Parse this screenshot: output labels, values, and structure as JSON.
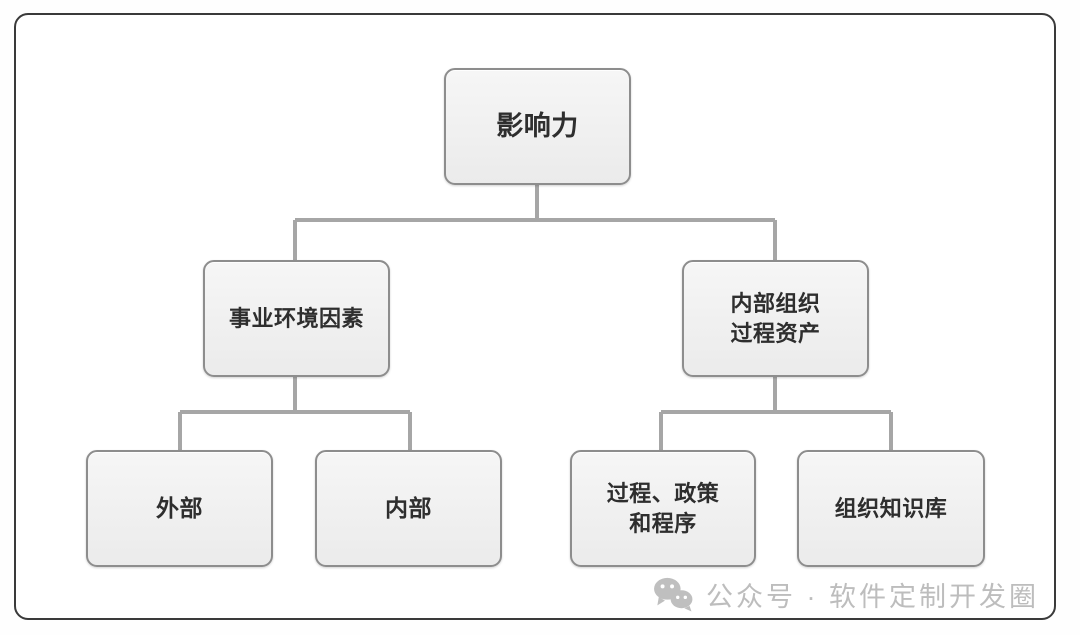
{
  "diagram": {
    "title": "影响力",
    "frame": {
      "border_color": "#3a3a3a",
      "background": "#ffffff"
    },
    "node_style": {
      "fill": "#f1f1f1",
      "border": "#8d8d8d",
      "text_color": "#2e2e2e"
    },
    "nodes": {
      "root": {
        "label": "影响力",
        "level": 1
      },
      "eef": {
        "label": "事业环境因素",
        "level": 2
      },
      "opa": {
        "label": "内部组织\n过程资产",
        "level": 2
      },
      "external": {
        "label": "外部",
        "level": 3
      },
      "internal": {
        "label": "内部",
        "level": 3
      },
      "process": {
        "label": "过程、政策\n和程序",
        "level": 3
      },
      "knowledge": {
        "label": "组织知识库",
        "level": 3
      }
    },
    "edges": [
      {
        "from": "root",
        "to": "eef"
      },
      {
        "from": "root",
        "to": "opa"
      },
      {
        "from": "eef",
        "to": "external"
      },
      {
        "from": "eef",
        "to": "internal"
      },
      {
        "from": "opa",
        "to": "process"
      },
      {
        "from": "opa",
        "to": "knowledge"
      }
    ]
  },
  "watermark": {
    "icon": "wechat-icon",
    "text": "公众号 · 软件定制开发圈",
    "color": "#bdbdbd"
  }
}
